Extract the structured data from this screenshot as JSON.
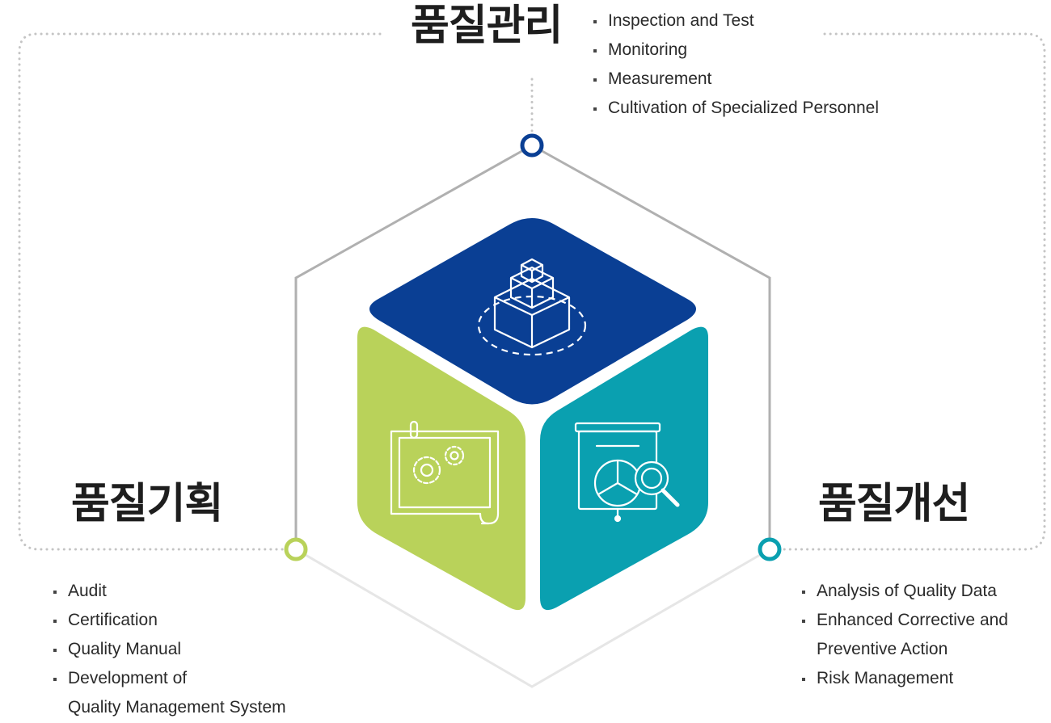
{
  "quality_control": {
    "heading": "품질관리",
    "items": [
      "Inspection and Test",
      "Monitoring",
      "Measurement",
      "Cultivation of Specialized Personnel"
    ],
    "accent_color": "#0a3f94",
    "icon": "stacked-boxes-icon"
  },
  "quality_planning": {
    "heading": "품질기획",
    "items": [
      "Audit",
      "Certification",
      "Quality Manual"
    ],
    "item_multiline": {
      "line1": "Development of",
      "line2": "Quality Management System"
    },
    "accent_color": "#b9d25a",
    "icon": "blueprint-gears-icon"
  },
  "quality_improvement": {
    "heading": "품질개선",
    "items": [
      "Analysis of Quality Data",
      "Risk Management"
    ],
    "item_multiline": {
      "line1": "Enhanced Corrective and",
      "line2": "Preventive Action"
    },
    "accent_color": "#0aa0b0",
    "icon": "presentation-chart-magnifier-icon"
  },
  "colors": {
    "hexagon_line": "#b4b4b4",
    "dotted_border": "#c8c8c8"
  }
}
